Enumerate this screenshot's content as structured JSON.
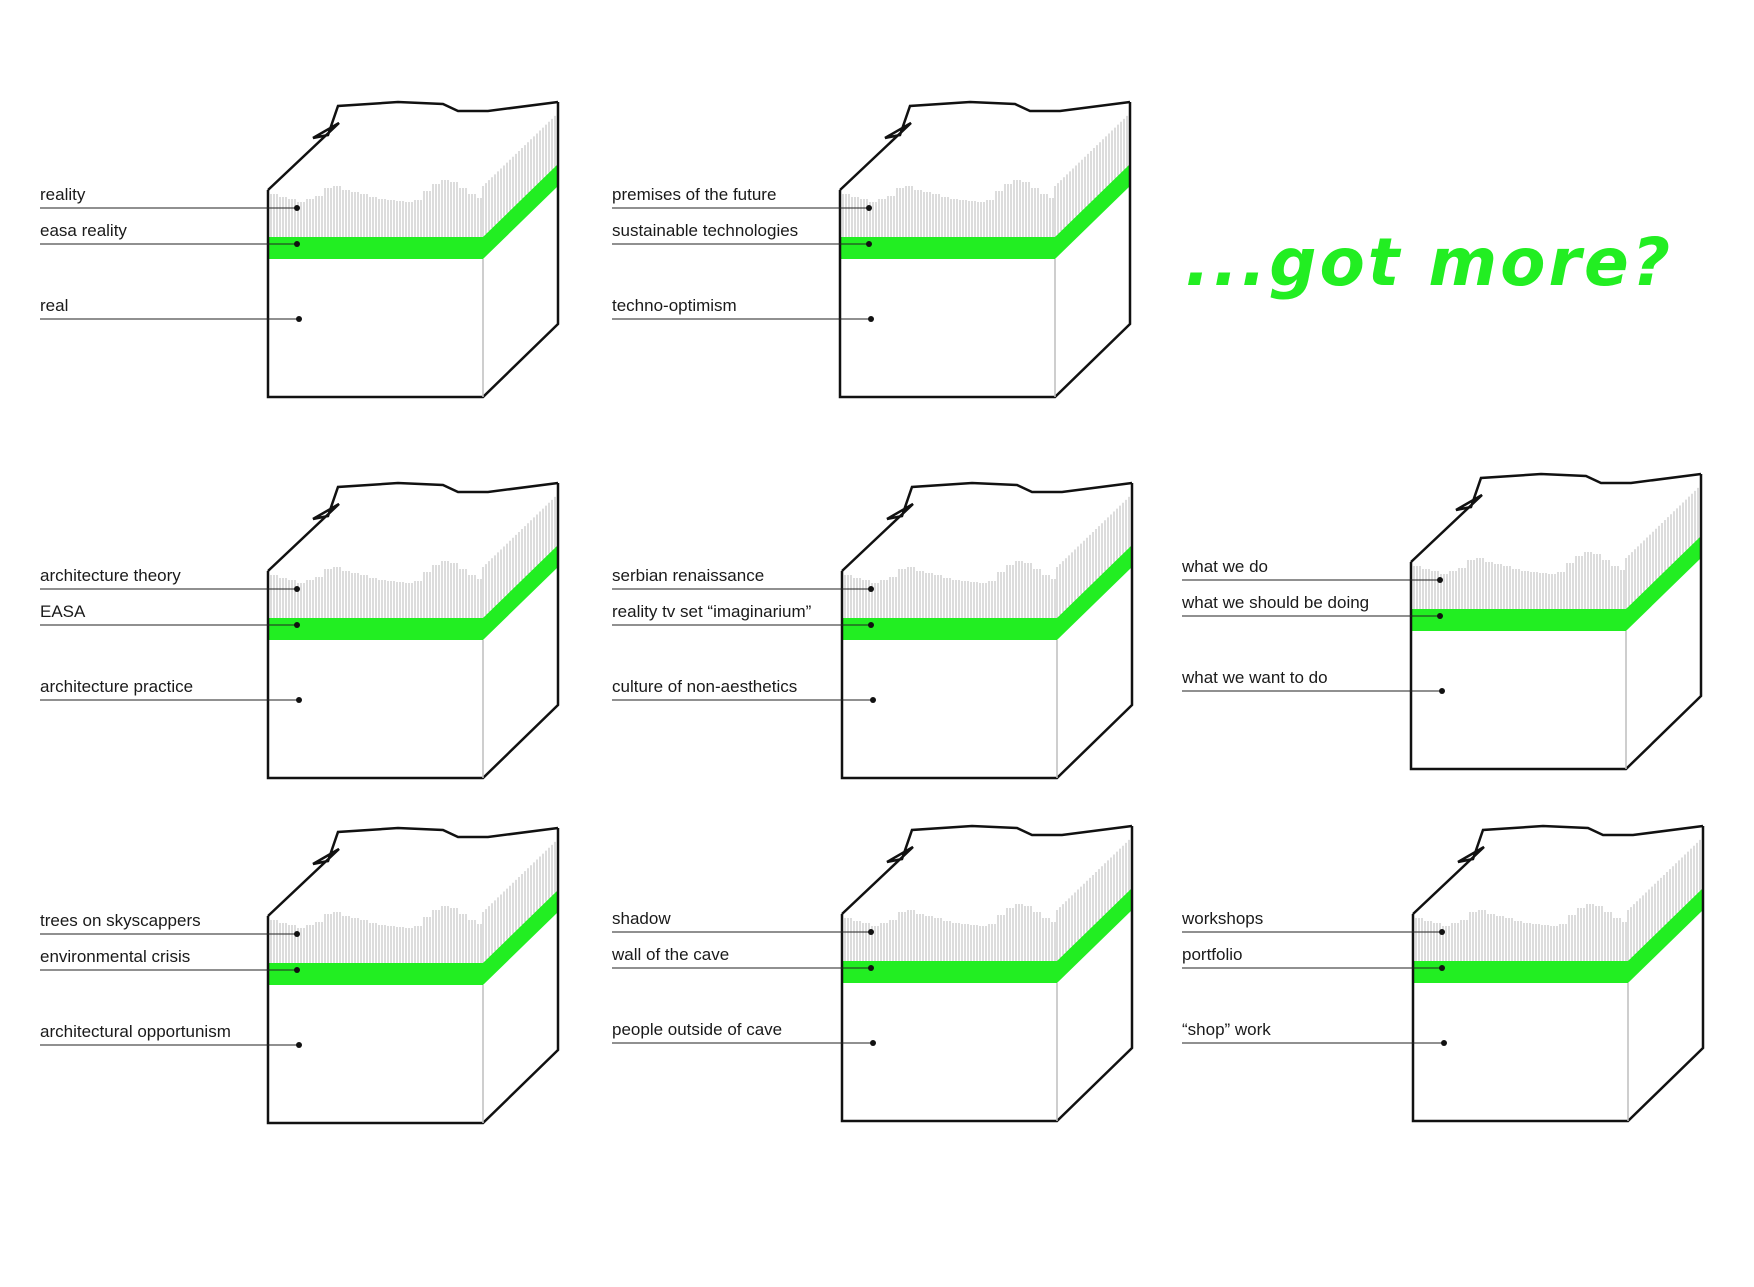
{
  "headline": "...got more?",
  "colors": {
    "accent": "#22ee22",
    "ink": "#1a1a1a",
    "hatch": "#b8b8b8"
  },
  "blocks": [
    {
      "labels": [
        "reality",
        "easa reality",
        "real"
      ]
    },
    {
      "labels": [
        "premises of the future",
        "sustainable technologies",
        "techno-optimism"
      ]
    },
    {
      "labels": [
        "architecture theory",
        "EASA",
        "architecture practice"
      ]
    },
    {
      "labels": [
        "serbian renaissance",
        "reality tv set “imaginarium”",
        "culture of non-aesthetics"
      ]
    },
    {
      "labels": [
        "what we do",
        "what we should be doing",
        "what we want to do"
      ]
    },
    {
      "labels": [
        "trees on skyscappers",
        "environmental crisis",
        "architectural opportunism"
      ]
    },
    {
      "labels": [
        "shadow",
        "wall of the cave",
        "people outside of cave"
      ]
    },
    {
      "labels": [
        "workshops",
        "portfolio",
        "“shop” work"
      ]
    }
  ]
}
